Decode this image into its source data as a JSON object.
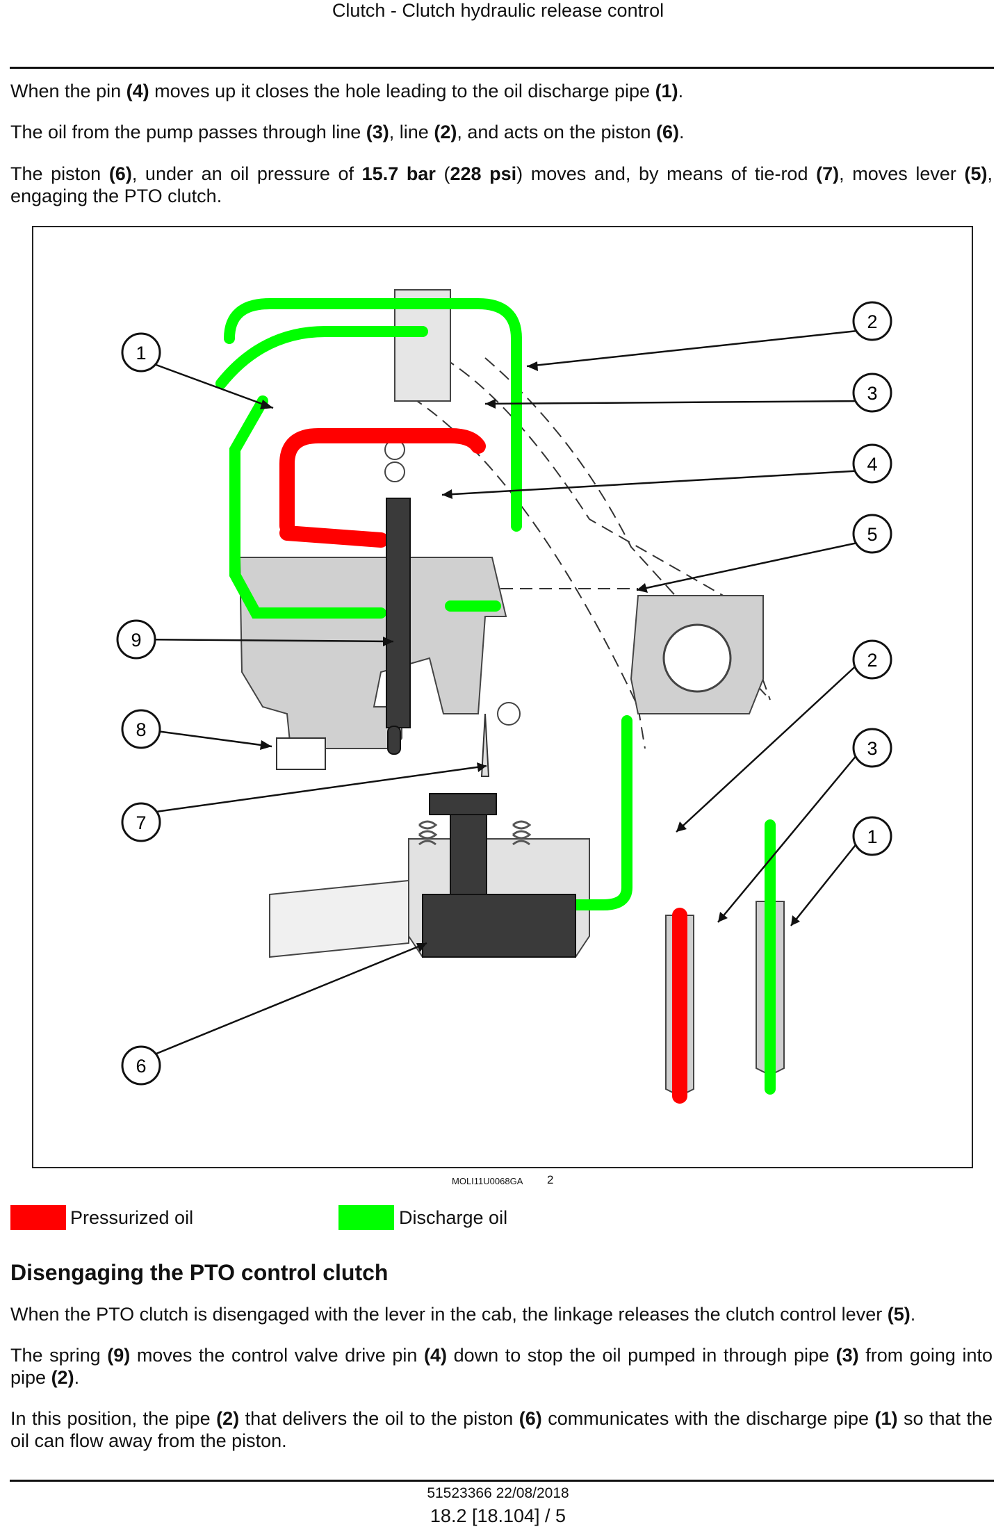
{
  "header": {
    "title": "Clutch - Clutch hydraulic release control"
  },
  "intro": {
    "p1": [
      {
        "t": "When the pin "
      },
      {
        "t": "(4)",
        "b": true
      },
      {
        "t": " moves up it closes the hole leading to the oil discharge pipe "
      },
      {
        "t": "(1)",
        "b": true
      },
      {
        "t": "."
      }
    ],
    "p2": [
      {
        "t": "The oil from the pump passes through line "
      },
      {
        "t": "(3)",
        "b": true
      },
      {
        "t": ", line "
      },
      {
        "t": "(2)",
        "b": true
      },
      {
        "t": ", and acts on the piston "
      },
      {
        "t": "(6)",
        "b": true
      },
      {
        "t": "."
      }
    ],
    "p3": [
      {
        "t": "The piston "
      },
      {
        "t": "(6)",
        "b": true
      },
      {
        "t": ", under an oil pressure of "
      },
      {
        "t": "15.7 bar",
        "b": true
      },
      {
        "t": " ("
      },
      {
        "t": "228 psi",
        "b": true
      },
      {
        "t": ") moves and, by means of tie-rod "
      },
      {
        "t": "(7)",
        "b": true
      },
      {
        "t": ", moves lever "
      },
      {
        "t": "(5)",
        "b": true
      },
      {
        "t": ", engaging the PTO clutch."
      }
    ]
  },
  "figure": {
    "callouts": [
      "1",
      "2",
      "3",
      "4",
      "5",
      "9",
      "8",
      "7",
      "6",
      "2",
      "3",
      "1"
    ],
    "code": "MOLI11U0068GA",
    "number": "2",
    "colors": {
      "pressurized": "#ff0000",
      "discharge": "#00ff00",
      "body": "#d0d0d0",
      "dark": "#3a3a3a"
    }
  },
  "legend": {
    "pressurized_label": "Pressurized oil",
    "discharge_label": "Discharge oil"
  },
  "section": {
    "heading": "Disengaging the PTO control clutch",
    "p1": [
      {
        "t": "When the PTO clutch is disengaged with the lever in the cab, the linkage releases the clutch control lever "
      },
      {
        "t": "(5)",
        "b": true
      },
      {
        "t": "."
      }
    ],
    "p2": [
      {
        "t": "The spring "
      },
      {
        "t": "(9)",
        "b": true
      },
      {
        "t": " moves the control valve drive pin "
      },
      {
        "t": "(4)",
        "b": true
      },
      {
        "t": " down to stop the oil pumped in through pipe "
      },
      {
        "t": "(3)",
        "b": true
      },
      {
        "t": " from going into pipe "
      },
      {
        "t": "(2)",
        "b": true
      },
      {
        "t": "."
      }
    ],
    "p3": [
      {
        "t": "In this position, the pipe "
      },
      {
        "t": "(2)",
        "b": true
      },
      {
        "t": " that delivers the oil to the piston "
      },
      {
        "t": "(6)",
        "b": true
      },
      {
        "t": " communicates with the discharge pipe "
      },
      {
        "t": "(1)",
        "b": true
      },
      {
        "t": " so that the oil can flow away from the piston."
      }
    ]
  },
  "footer": {
    "doc_ref": "51523366 22/08/2018",
    "page_ref": "18.2 [18.104] / 5"
  }
}
